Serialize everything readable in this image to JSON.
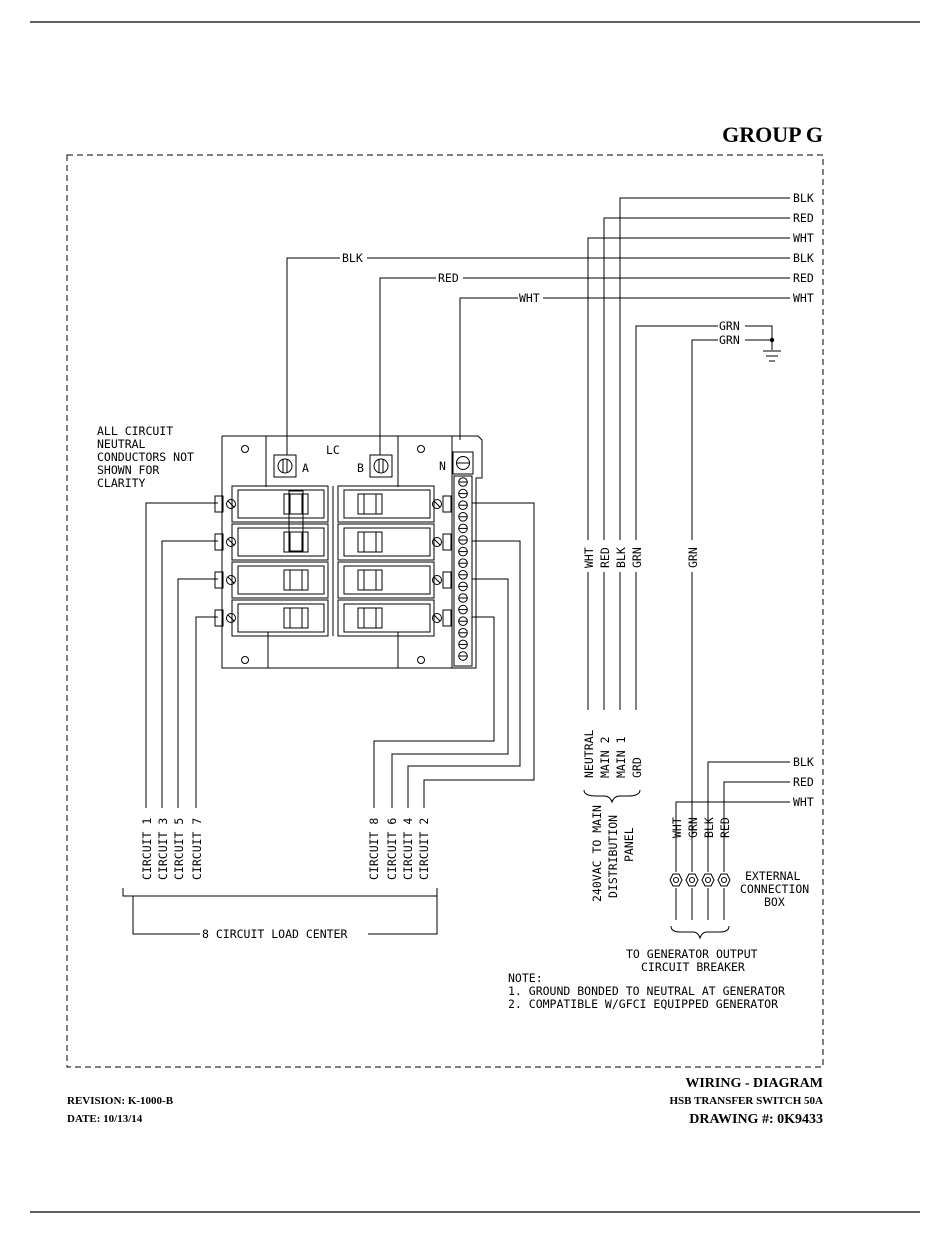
{
  "group_title": "GROUP G",
  "wire_labels": {
    "blk": "BLK",
    "red": "RED",
    "wht": "WHT",
    "grn": "GRN"
  },
  "right_labels": [
    "BLK",
    "RED",
    "WHT",
    "BLK",
    "RED",
    "WHT",
    "GRN",
    "GRN"
  ],
  "panel": {
    "name": "LC",
    "terminal_a": "A",
    "terminal_b": "B",
    "terminal_n": "N"
  },
  "note_neutral": [
    "ALL CIRCUIT",
    "NEUTRAL",
    "CONDUCTORS NOT",
    "SHOWN FOR",
    "CLARITY"
  ],
  "vertical_mid": [
    "WHT",
    "RED",
    "BLK",
    "GRN"
  ],
  "vertical_grn2": "GRN",
  "main_labels": [
    "NEUTRAL",
    "MAIN 2",
    "MAIN 1",
    "GRD"
  ],
  "main_panel_label": [
    "240VAC TO MAIN",
    "DISTRIBUTION",
    "PANEL"
  ],
  "circuits_left": [
    "CIRCUIT 1",
    "CIRCUIT 3",
    "CIRCUIT 5",
    "CIRCUIT 7"
  ],
  "circuits_right": [
    "CIRCUIT 8",
    "CIRCUIT 6",
    "CIRCUIT 4",
    "CIRCUIT 2"
  ],
  "load_center_label": "8 CIRCUIT LOAD CENTER",
  "gen_right_labels": [
    "BLK",
    "RED",
    "WHT"
  ],
  "gen_vertical": [
    "WHT",
    "GRN",
    "BLK",
    "RED"
  ],
  "external_box": [
    "EXTERNAL",
    "CONNECTION",
    "BOX"
  ],
  "gen_breaker": [
    "TO GENERATOR OUTPUT",
    "CIRCUIT BREAKER"
  ],
  "notes": [
    "NOTE:",
    "1. GROUND BONDED TO NEUTRAL AT GENERATOR",
    "2. COMPATIBLE W/GFCI EQUIPPED GENERATOR"
  ],
  "footer": {
    "revision": "REVISION: K-1000-B",
    "date": "DATE: 10/13/14",
    "title": "WIRING - DIAGRAM",
    "subtitle": "HSB TRANSFER SWITCH 50A",
    "drawing": "DRAWING #: 0K9433"
  }
}
